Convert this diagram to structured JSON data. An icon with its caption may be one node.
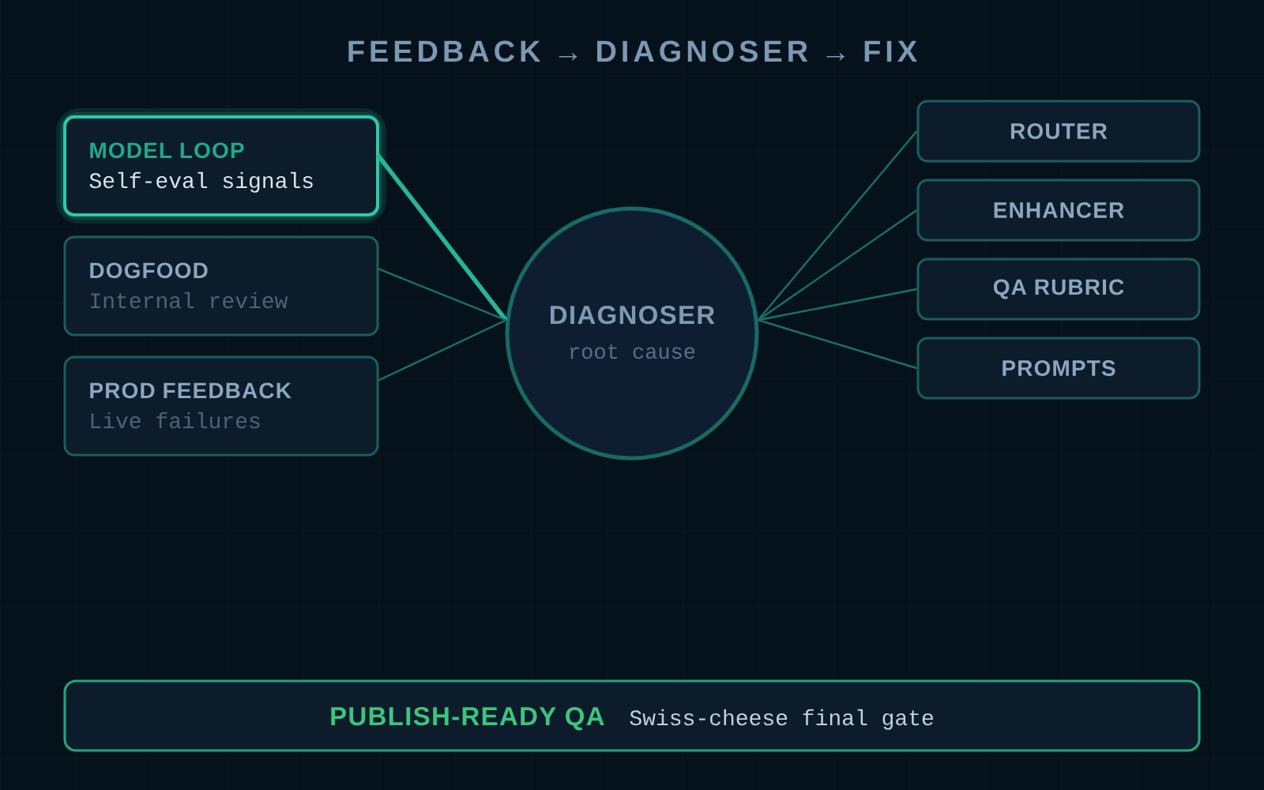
{
  "diagram": {
    "title": "FEEDBACK → DIAGNOSER → FIX",
    "nodes": [
      {
        "text": [
          "MODEL LOOP",
          "Self-eval signals"
        ]
      },
      {
        "text": [
          "DOGFOOD",
          "Internal review"
        ]
      },
      {
        "text": [
          "PROD FEEDBACK",
          "Live failures"
        ]
      },
      {
        "text": [
          "DIAGNOSER",
          "root cause"
        ]
      },
      {
        "text": [
          "ROUTER"
        ]
      },
      {
        "text": [
          "ENHANCER"
        ]
      },
      {
        "text": [
          "QA RUBRIC"
        ]
      },
      {
        "text": [
          "PROMPTS"
        ]
      },
      {
        "text": [
          "PUBLISH-READY QA",
          "Swiss-cheese final gate"
        ]
      }
    ],
    "edges": [
      {
        "from": 0,
        "to": 3,
        "arrow": "none",
        "style": "thick",
        "color": "#27b497"
      },
      {
        "from": 1,
        "to": 3,
        "arrow": "none"
      },
      {
        "from": 2,
        "to": 3,
        "arrow": "none"
      },
      {
        "from": 3,
        "to": 4,
        "arrow": "none"
      },
      {
        "from": 3,
        "to": 5,
        "arrow": "none"
      },
      {
        "from": 3,
        "to": 6,
        "arrow": "none"
      },
      {
        "from": 3,
        "to": 7,
        "arrow": "none"
      }
    ]
  }
}
